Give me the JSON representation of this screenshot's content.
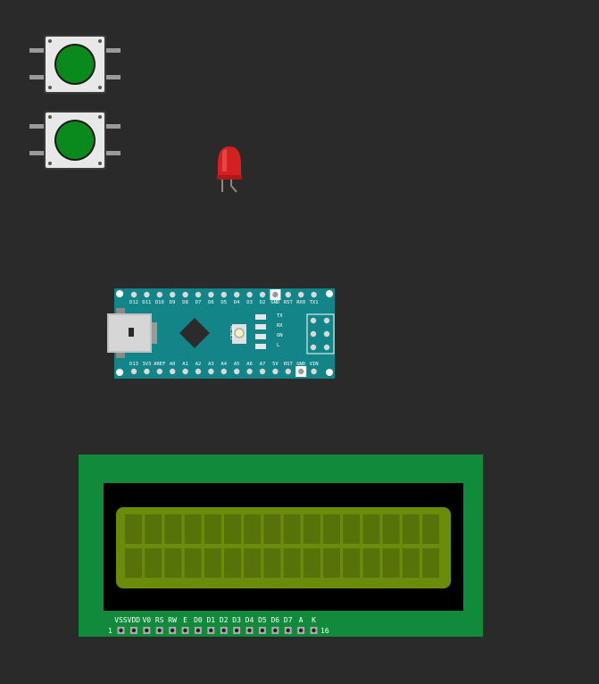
{
  "canvas": {
    "background": "#2a2a2a"
  },
  "buttons": [
    {
      "name": "pushbutton-1",
      "cap_color": "#0a8a1c"
    },
    {
      "name": "pushbutton-2",
      "cap_color": "#0a8a1c"
    }
  ],
  "led": {
    "color": "#d32020"
  },
  "arduino": {
    "board_color": "#138488",
    "top_pins": [
      "D12",
      "D11",
      "D10",
      "D9",
      "D8",
      "D7",
      "D6",
      "D5",
      "D4",
      "D3",
      "D2",
      "GND",
      "RST",
      "RX0",
      "TX1"
    ],
    "bottom_pins": [
      "D13",
      "3V3",
      "AREF",
      "A0",
      "A1",
      "A2",
      "A3",
      "A4",
      "A5",
      "A6",
      "A7",
      "5V",
      "RST",
      "GND",
      "VIN"
    ],
    "reset_label": "RESET",
    "led_labels": [
      "TX",
      "RX",
      "ON",
      "L"
    ],
    "pin_labels_right": [
      "TX1",
      "RX0"
    ]
  },
  "lcd": {
    "board_color": "#128a3c",
    "screen_color": "#6a8c0a",
    "pins": [
      "VSS",
      "VDD",
      "V0",
      "RS",
      "RW",
      "E",
      "D0",
      "D1",
      "D2",
      "D3",
      "D4",
      "D5",
      "D6",
      "D7",
      "A",
      "K"
    ],
    "first_pin_number": "1",
    "last_pin_number": "16"
  }
}
